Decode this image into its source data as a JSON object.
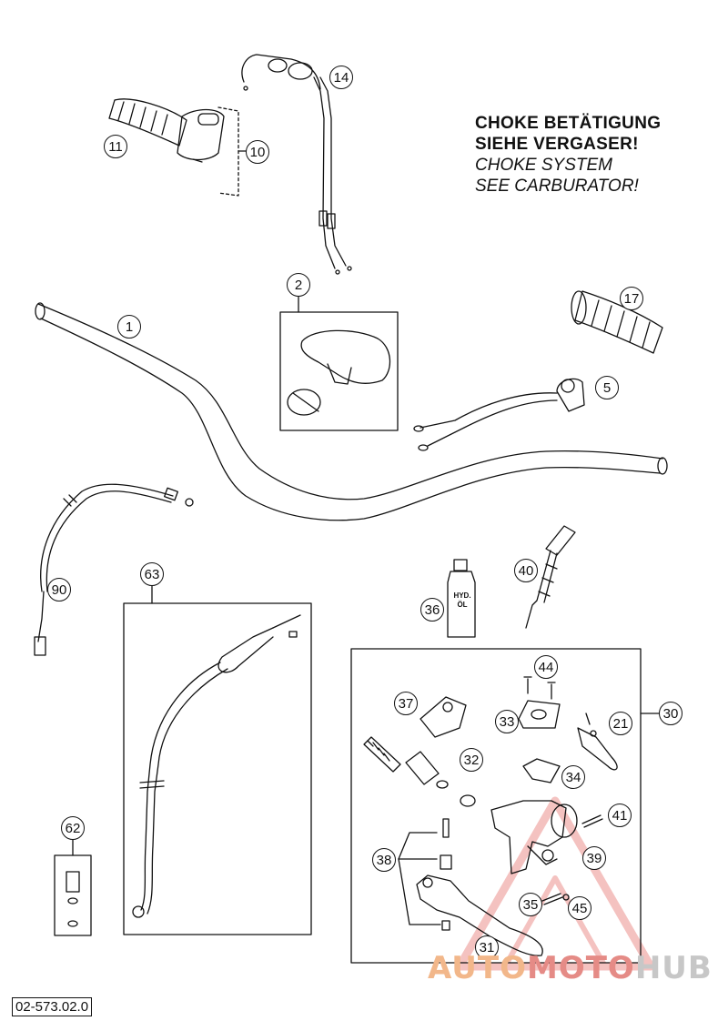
{
  "note": {
    "line1": "CHOKE BETÄTIGUNG",
    "line2": "SIEHE VERGASER!",
    "line3": "CHOKE SYSTEM",
    "line4": "SEE CARBURATOR!"
  },
  "callouts": {
    "c1": "1",
    "c2": "2",
    "c5": "5",
    "c10": "10",
    "c11": "11",
    "c14": "14",
    "c17": "17",
    "c21": "21",
    "c30": "30",
    "c31": "31",
    "c32": "32",
    "c33": "33",
    "c34": "34",
    "c35": "35",
    "c36": "36",
    "c37": "37",
    "c38": "38",
    "c39": "39",
    "c40": "40",
    "c41": "41",
    "c44": "44",
    "c45": "45",
    "c62": "62",
    "c63": "63",
    "c90": "90"
  },
  "bottle_label": "HYD.\nÖL",
  "doc_id": "02-573.02.0",
  "watermark": {
    "part1": "AUTO",
    "part2": "MOTO",
    "part3": "HUB"
  },
  "colors": {
    "line": "#111111",
    "watermark_red": "#e0524c",
    "watermark_orange": "#f2b78a",
    "watermark_grey": "#c7c7c7"
  }
}
